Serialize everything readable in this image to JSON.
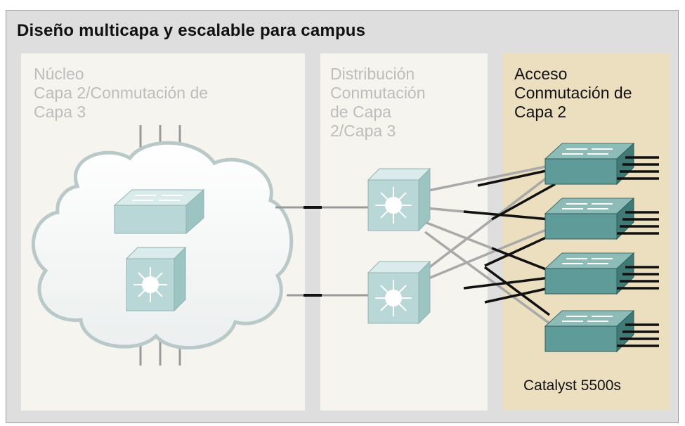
{
  "title": "Diseño multicapa y escalable para campus",
  "layers": {
    "core": {
      "lines": [
        "Núcleo",
        "Capa 2/Conmutación de",
        "Capa 3"
      ]
    },
    "distribution": {
      "lines": [
        "Distribución",
        "Conmutación",
        "de Capa",
        "2/Capa 3"
      ]
    },
    "access": {
      "lines": [
        "Acceso",
        "Conmutación de",
        "Capa 2"
      ]
    }
  },
  "device_label": "Catalyst 5500s",
  "colors": {
    "frame": "#dedede",
    "panel_light": "#f6f4ee",
    "panel_access": "#ebdfbf",
    "device_face": "#b9d7d6",
    "device_access_face": "#5f9c99",
    "link_black": "#111111",
    "link_gray": "#a9a9a9"
  },
  "icons": [
    "cloud-icon",
    "layer2-switch-icon",
    "multilayer-switch-icon",
    "access-switch-icon"
  ]
}
